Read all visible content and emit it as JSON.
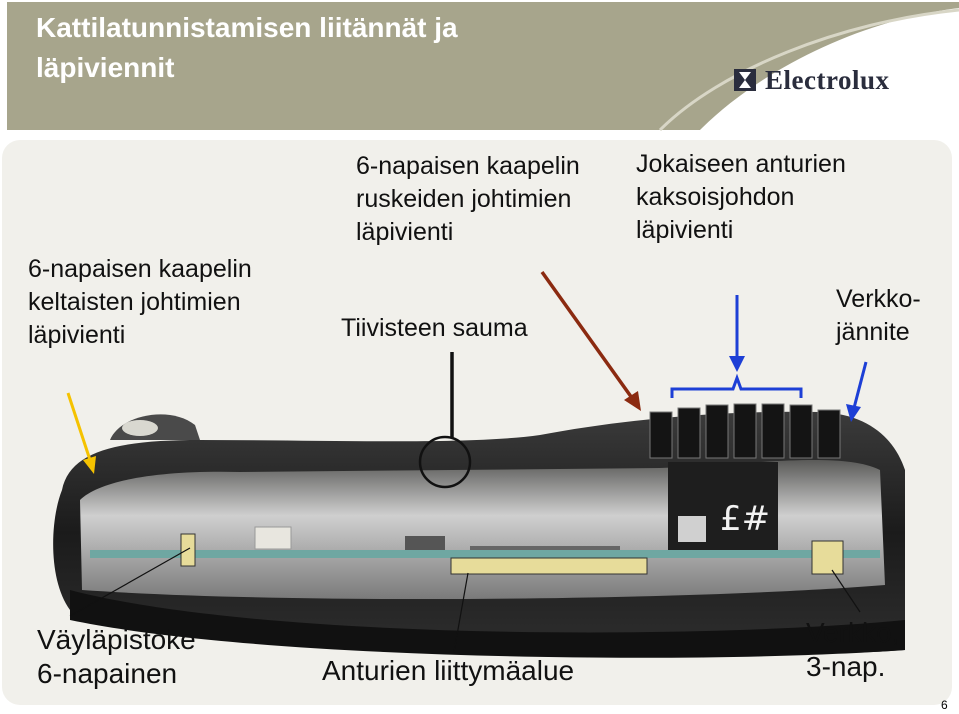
{
  "slide": {
    "title": "Kattilatunnistamisen liitännät ja\nläpiviennit",
    "brand": "Electrolux",
    "page_number": "6"
  },
  "labels": {
    "yellow_feedthrough": "6-napaisen kaapelin\nkeltaisten johtimien\nläpivienti",
    "brown_feedthrough": "6-napaisen kaapelin\nruskeiden johtimien\nläpivienti",
    "single_sensor_feedthrough": "Jokaiseen anturien\nkaksoisjohdon\nläpivienti",
    "seal_seam": "Tiivisteen sauma",
    "mains_voltage": "Verkko-\njännite",
    "bus_connector": "Väyläpistoke\n6-napainen",
    "sensor_connection_area": "Anturien liittymäalue",
    "mains_connector": "Verkko,\n3-nap."
  },
  "colors": {
    "header_bg": "#a7a58c",
    "yellow_arrow": "#f5c200",
    "brown_arrow": "#8b2a10",
    "blue_arrow": "#1d3fd6",
    "connector_fill": "#e7dc9a"
  }
}
